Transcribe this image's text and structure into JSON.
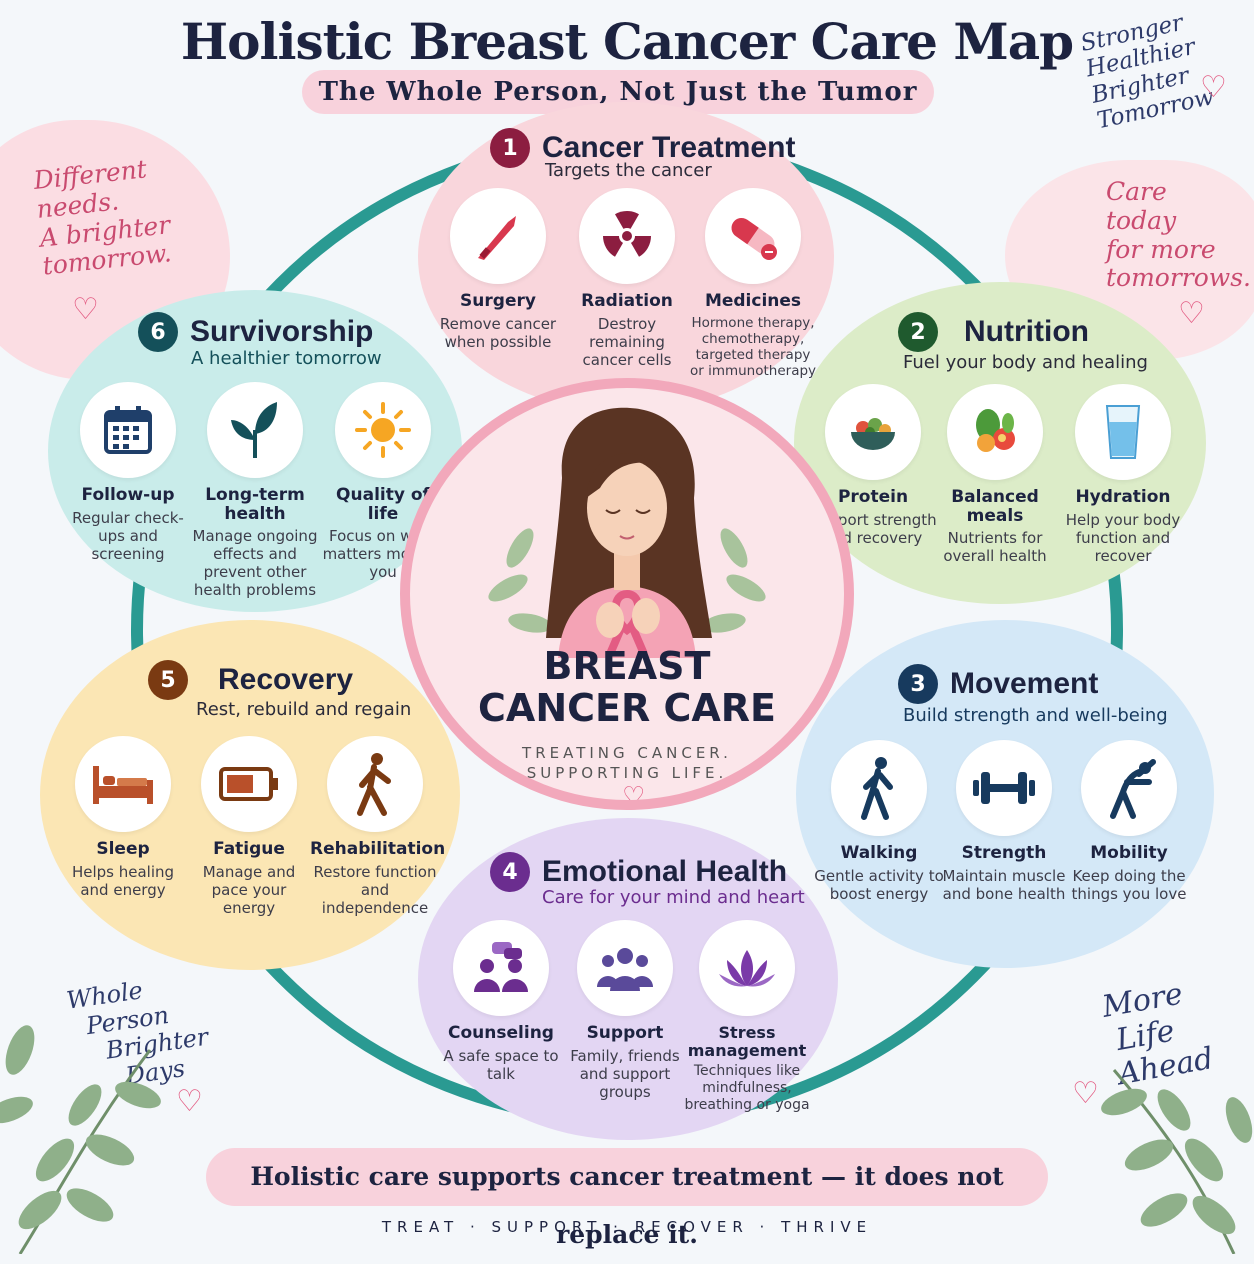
{
  "header": {
    "title": "Holistic Breast Cancer Care Map",
    "subtitle": "The Whole Person, Not Just the Tumor"
  },
  "notes": {
    "top_left": [
      "Different",
      "needs.",
      "A brighter",
      "tomorrow."
    ],
    "top_right": [
      "Stronger",
      "Healthier",
      "Brighter",
      "Tomorrow"
    ],
    "mid_right": [
      "Care",
      "today",
      "for more",
      "tomorrows."
    ],
    "bottom_left": [
      "Whole",
      "Person",
      "Brighter",
      "Days"
    ],
    "bottom_right": [
      "More",
      "Life",
      "Ahead"
    ]
  },
  "center": {
    "title_line1": "BREAST",
    "title_line2": "CANCER CARE",
    "tagline1": "TREATING CANCER.",
    "tagline2": "SUPPORTING LIFE."
  },
  "sections": {
    "treatment": {
      "number": "1",
      "title": "Cancer Treatment",
      "subtitle": "Targets the cancer",
      "items": [
        {
          "label": "Surgery",
          "desc": "Remove cancer when possible",
          "icon": "scalpel-icon"
        },
        {
          "label": "Radiation",
          "desc": "Destroy remaining cancer cells",
          "icon": "radiation-icon"
        },
        {
          "label": "Medicines",
          "desc": "Hormone therapy, chemotherapy, targeted therapy or immunotherapy",
          "icon": "pill-icon"
        }
      ]
    },
    "nutrition": {
      "number": "2",
      "title": "Nutrition",
      "subtitle": "Fuel your body and healing",
      "items": [
        {
          "label": "Protein",
          "desc": "Support strength and recovery",
          "icon": "bowl-icon"
        },
        {
          "label": "Balanced meals",
          "desc": "Nutrients for overall health",
          "icon": "vegetables-icon"
        },
        {
          "label": "Hydration",
          "desc": "Help your body function and recover",
          "icon": "water-glass-icon"
        }
      ]
    },
    "movement": {
      "number": "3",
      "title": "Movement",
      "subtitle": "Build strength and well-being",
      "items": [
        {
          "label": "Walking",
          "desc": "Gentle activity to boost energy",
          "icon": "walking-icon"
        },
        {
          "label": "Strength",
          "desc": "Maintain muscle and bone health",
          "icon": "dumbbell-icon"
        },
        {
          "label": "Mobility",
          "desc": "Keep doing the things you love",
          "icon": "stretch-icon"
        }
      ]
    },
    "emotional": {
      "number": "4",
      "title": "Emotional Health",
      "subtitle": "Care for your mind and heart",
      "items": [
        {
          "label": "Counseling",
          "desc": "A safe space to talk",
          "icon": "counseling-icon"
        },
        {
          "label": "Support",
          "desc": "Family, friends and support groups",
          "icon": "group-icon"
        },
        {
          "label": "Stress management",
          "desc": "Techniques like mindfulness, breathing or yoga",
          "icon": "lotus-icon"
        }
      ]
    },
    "recovery": {
      "number": "5",
      "title": "Recovery",
      "subtitle": "Rest, rebuild and regain",
      "items": [
        {
          "label": "Sleep",
          "desc": "Helps healing and energy",
          "icon": "bed-icon"
        },
        {
          "label": "Fatigue",
          "desc": "Manage and pace your energy",
          "icon": "battery-icon"
        },
        {
          "label": "Rehabilitation",
          "desc": "Restore function and independence",
          "icon": "rehab-walking-icon"
        }
      ]
    },
    "survivorship": {
      "number": "6",
      "title": "Survivorship",
      "subtitle": "A healthier tomorrow",
      "items": [
        {
          "label": "Follow-up",
          "desc": "Regular check-ups and screening",
          "icon": "calendar-icon"
        },
        {
          "label": "Long-term health",
          "desc": "Manage ongoing effects and prevent other health problems",
          "icon": "leaf-icon"
        },
        {
          "label": "Quality of life",
          "desc": "Focus on what matters most to you",
          "icon": "sun-icon"
        }
      ]
    }
  },
  "banner": "Holistic care supports cancer treatment — it does not replace it.",
  "footer": "TREAT · SUPPORT · RECOVER · THRIVE",
  "colors": {
    "treatment": "#8c1d40",
    "nutrition": "#1f5a2e",
    "movement": "#173a5e",
    "emotional": "#6b2d8f",
    "recovery": "#7a3a12",
    "survivorship": "#14505a",
    "ring": "#2a9a92",
    "accent_pink": "#e35c83"
  }
}
